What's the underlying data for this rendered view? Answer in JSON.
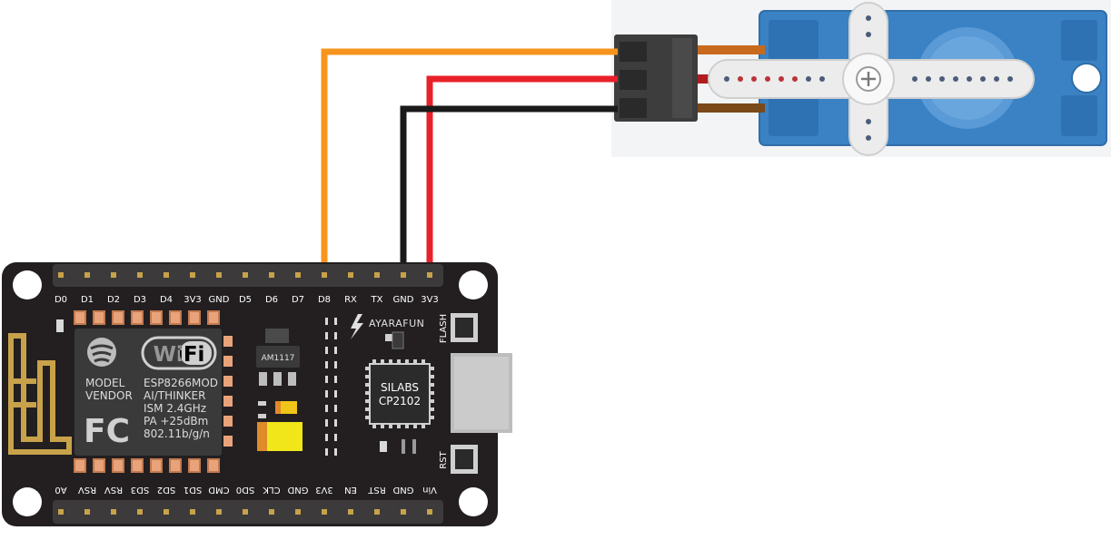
{
  "board": {
    "top_pins": [
      "D0",
      "D1",
      "D2",
      "D3",
      "D4",
      "3V3",
      "GND",
      "D5",
      "D6",
      "D7",
      "D8",
      "RX",
      "TX",
      "GND",
      "3V3"
    ],
    "bottom_pins": [
      "A0",
      "RSV",
      "RSV",
      "SD3",
      "SD2",
      "SD1",
      "CMD",
      "SD0",
      "CLK",
      "GND",
      "3V3",
      "EN",
      "RST",
      "GND",
      "Vin"
    ],
    "brand": "AYARAFUN",
    "regulator": "AM1117",
    "usb_chip": {
      "line1": "SILABS",
      "line2": "CP2102"
    },
    "buttons": {
      "flash": "FLASH",
      "rst": "RST"
    },
    "module": {
      "wifi_logo": "WiFi",
      "left_lines": [
        "MODEL",
        "VENDOR"
      ],
      "right_lines": [
        "ESP8266MOD",
        "AI/THINKER",
        "ISM 2.4GHz",
        "PA +25dBm",
        "802.11b/g/n"
      ],
      "fcc_logo": "FC"
    }
  },
  "wires": [
    {
      "name": "signal",
      "color": "#f7941d",
      "from_pin": "D8",
      "to": "servo-signal"
    },
    {
      "name": "power",
      "color": "#e8202a",
      "from_pin": "3V3",
      "to": "servo-vcc"
    },
    {
      "name": "ground",
      "color": "#1a1a1a",
      "from_pin": "GND",
      "to": "servo-gnd"
    }
  ],
  "colors": {
    "board": "#231f20",
    "pin_gold": "#c8a24a",
    "servo_blue": "#3a82c4",
    "servo_horn": "#ececec",
    "connector": "#3d3d3d"
  }
}
